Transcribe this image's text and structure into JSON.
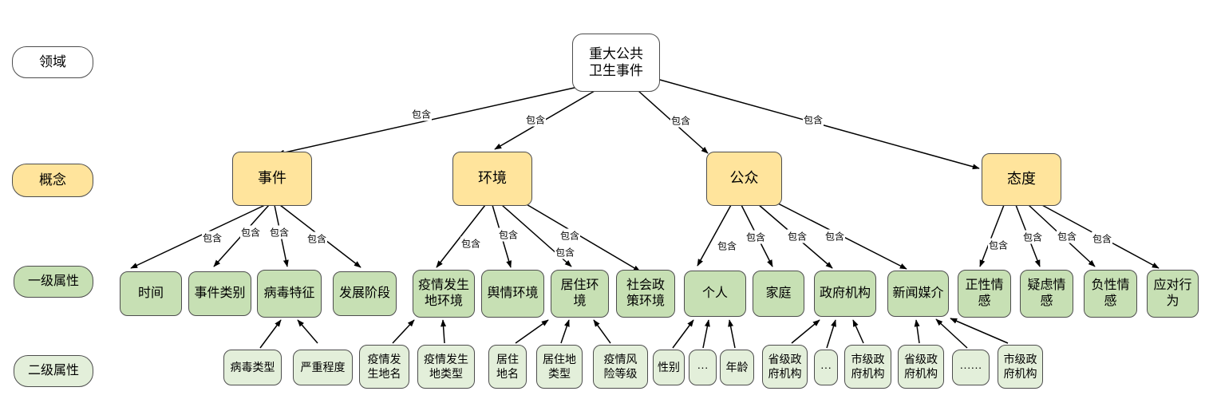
{
  "diagram": {
    "root_label": "重大公共卫生事件",
    "relation_label": "包含",
    "legend": [
      {
        "id": "lg_domain",
        "label": "领域",
        "type": "domain"
      },
      {
        "id": "lg_concept",
        "label": "概念",
        "type": "concept"
      },
      {
        "id": "lg_attr1",
        "label": "一级属性",
        "type": "attr1"
      },
      {
        "id": "lg_attr2",
        "label": "二级属性",
        "type": "attr2"
      }
    ],
    "nodes": [
      {
        "id": "root",
        "label": "重大公共卫生事件",
        "type": "domain"
      },
      {
        "id": "shijian",
        "label": "事件",
        "type": "concept"
      },
      {
        "id": "huanjing",
        "label": "环境",
        "type": "concept"
      },
      {
        "id": "gongzhong",
        "label": "公众",
        "type": "concept"
      },
      {
        "id": "taidu",
        "label": "态度",
        "type": "concept"
      },
      {
        "id": "time",
        "label": "时间",
        "type": "attr1"
      },
      {
        "id": "event_category",
        "label": "事件类别",
        "type": "attr1"
      },
      {
        "id": "virus_feature",
        "label": "病毒特征",
        "type": "attr1"
      },
      {
        "id": "dev_stage",
        "label": "发展阶段",
        "type": "attr1"
      },
      {
        "id": "epidemic_env",
        "label": "疫情发生地环境",
        "type": "attr1"
      },
      {
        "id": "opinion_env",
        "label": "舆情环境",
        "type": "attr1"
      },
      {
        "id": "living_env",
        "label": "居住环境",
        "type": "attr1"
      },
      {
        "id": "social_policy_env",
        "label": "社会政策环境",
        "type": "attr1"
      },
      {
        "id": "geren",
        "label": "个人",
        "type": "attr1"
      },
      {
        "id": "jiating",
        "label": "家庭",
        "type": "attr1"
      },
      {
        "id": "gov_org",
        "label": "政府机构",
        "type": "attr1"
      },
      {
        "id": "news_media",
        "label": "新闻媒介",
        "type": "attr1"
      },
      {
        "id": "pos_emotion",
        "label": "正性情感",
        "type": "attr1"
      },
      {
        "id": "doubt_emotion",
        "label": "疑虑情感",
        "type": "attr1"
      },
      {
        "id": "neg_emotion",
        "label": "负性情感",
        "type": "attr1"
      },
      {
        "id": "coping_behavior",
        "label": "应对行为",
        "type": "attr1"
      },
      {
        "id": "virus_type",
        "label": "病毒类型",
        "type": "attr2"
      },
      {
        "id": "severity",
        "label": "严重程度",
        "type": "attr2"
      },
      {
        "id": "epi_place_name",
        "label": "疫情发生地名",
        "type": "attr2"
      },
      {
        "id": "epi_place_type",
        "label": "疫情发生地类型",
        "type": "attr2"
      },
      {
        "id": "living_place_name",
        "label": "居住地名",
        "type": "attr2"
      },
      {
        "id": "living_place_type",
        "label": "居住地类型",
        "type": "attr2"
      },
      {
        "id": "risk_level",
        "label": "疫情风险等级",
        "type": "attr2"
      },
      {
        "id": "gender",
        "label": "性别",
        "type": "attr2"
      },
      {
        "id": "ellipsis1",
        "label": "···",
        "type": "attr2"
      },
      {
        "id": "age",
        "label": "年龄",
        "type": "attr2"
      },
      {
        "id": "prov_gov1",
        "label": "省级政府机构",
        "type": "attr2"
      },
      {
        "id": "ellipsis2",
        "label": "···",
        "type": "attr2"
      },
      {
        "id": "city_gov1",
        "label": "市级政府机构",
        "type": "attr2"
      },
      {
        "id": "prov_gov2",
        "label": "省级政府机构",
        "type": "attr2"
      },
      {
        "id": "ellipsis3",
        "label": "······",
        "type": "attr2"
      },
      {
        "id": "city_gov2",
        "label": "市级政府机构",
        "type": "attr2"
      }
    ],
    "edges": [
      {
        "from": "root",
        "to": "shijian",
        "label": "包含"
      },
      {
        "from": "root",
        "to": "huanjing",
        "label": "包含"
      },
      {
        "from": "root",
        "to": "gongzhong",
        "label": "包含"
      },
      {
        "from": "root",
        "to": "taidu",
        "label": "包含"
      },
      {
        "from": "shijian",
        "to": "time",
        "label": "包含"
      },
      {
        "from": "shijian",
        "to": "event_category",
        "label": "包含"
      },
      {
        "from": "shijian",
        "to": "virus_feature",
        "label": "包含"
      },
      {
        "from": "shijian",
        "to": "dev_stage",
        "label": "包含"
      },
      {
        "from": "huanjing",
        "to": "epidemic_env",
        "label": "包含"
      },
      {
        "from": "huanjing",
        "to": "opinion_env",
        "label": "包含"
      },
      {
        "from": "huanjing",
        "to": "living_env",
        "label": "包含"
      },
      {
        "from": "huanjing",
        "to": "social_policy_env",
        "label": "包含"
      },
      {
        "from": "gongzhong",
        "to": "geren",
        "label": "包含"
      },
      {
        "from": "gongzhong",
        "to": "jiating",
        "label": "包含"
      },
      {
        "from": "gongzhong",
        "to": "gov_org",
        "label": "包含"
      },
      {
        "from": "gongzhong",
        "to": "news_media",
        "label": "包含"
      },
      {
        "from": "taidu",
        "to": "pos_emotion",
        "label": "包含"
      },
      {
        "from": "taidu",
        "to": "doubt_emotion",
        "label": "包含"
      },
      {
        "from": "taidu",
        "to": "neg_emotion",
        "label": "包含"
      },
      {
        "from": "taidu",
        "to": "coping_behavior",
        "label": "包含"
      },
      {
        "from": "virus_type",
        "to": "virus_feature",
        "label": ""
      },
      {
        "from": "severity",
        "to": "virus_feature",
        "label": ""
      },
      {
        "from": "epi_place_name",
        "to": "epidemic_env",
        "label": ""
      },
      {
        "from": "epi_place_type",
        "to": "epidemic_env",
        "label": ""
      },
      {
        "from": "living_place_name",
        "to": "living_env",
        "label": ""
      },
      {
        "from": "living_place_type",
        "to": "living_env",
        "label": ""
      },
      {
        "from": "risk_level",
        "to": "living_env",
        "label": ""
      },
      {
        "from": "gender",
        "to": "geren",
        "label": ""
      },
      {
        "from": "ellipsis1",
        "to": "geren",
        "label": ""
      },
      {
        "from": "age",
        "to": "geren",
        "label": ""
      },
      {
        "from": "prov_gov1",
        "to": "gov_org",
        "label": ""
      },
      {
        "from": "ellipsis2",
        "to": "gov_org",
        "label": ""
      },
      {
        "from": "city_gov1",
        "to": "gov_org",
        "label": ""
      },
      {
        "from": "prov_gov2",
        "to": "news_media",
        "label": ""
      },
      {
        "from": "ellipsis3",
        "to": "news_media",
        "label": ""
      },
      {
        "from": "city_gov2",
        "to": "news_media",
        "label": ""
      }
    ],
    "colors": {
      "domain_fill": "#ffffff",
      "concept_fill": "#ffe49c",
      "attr1_fill": "#c7e0b4",
      "attr2_fill": "#e3efda",
      "border": "#4d4d4d",
      "edge": "#000000"
    }
  }
}
